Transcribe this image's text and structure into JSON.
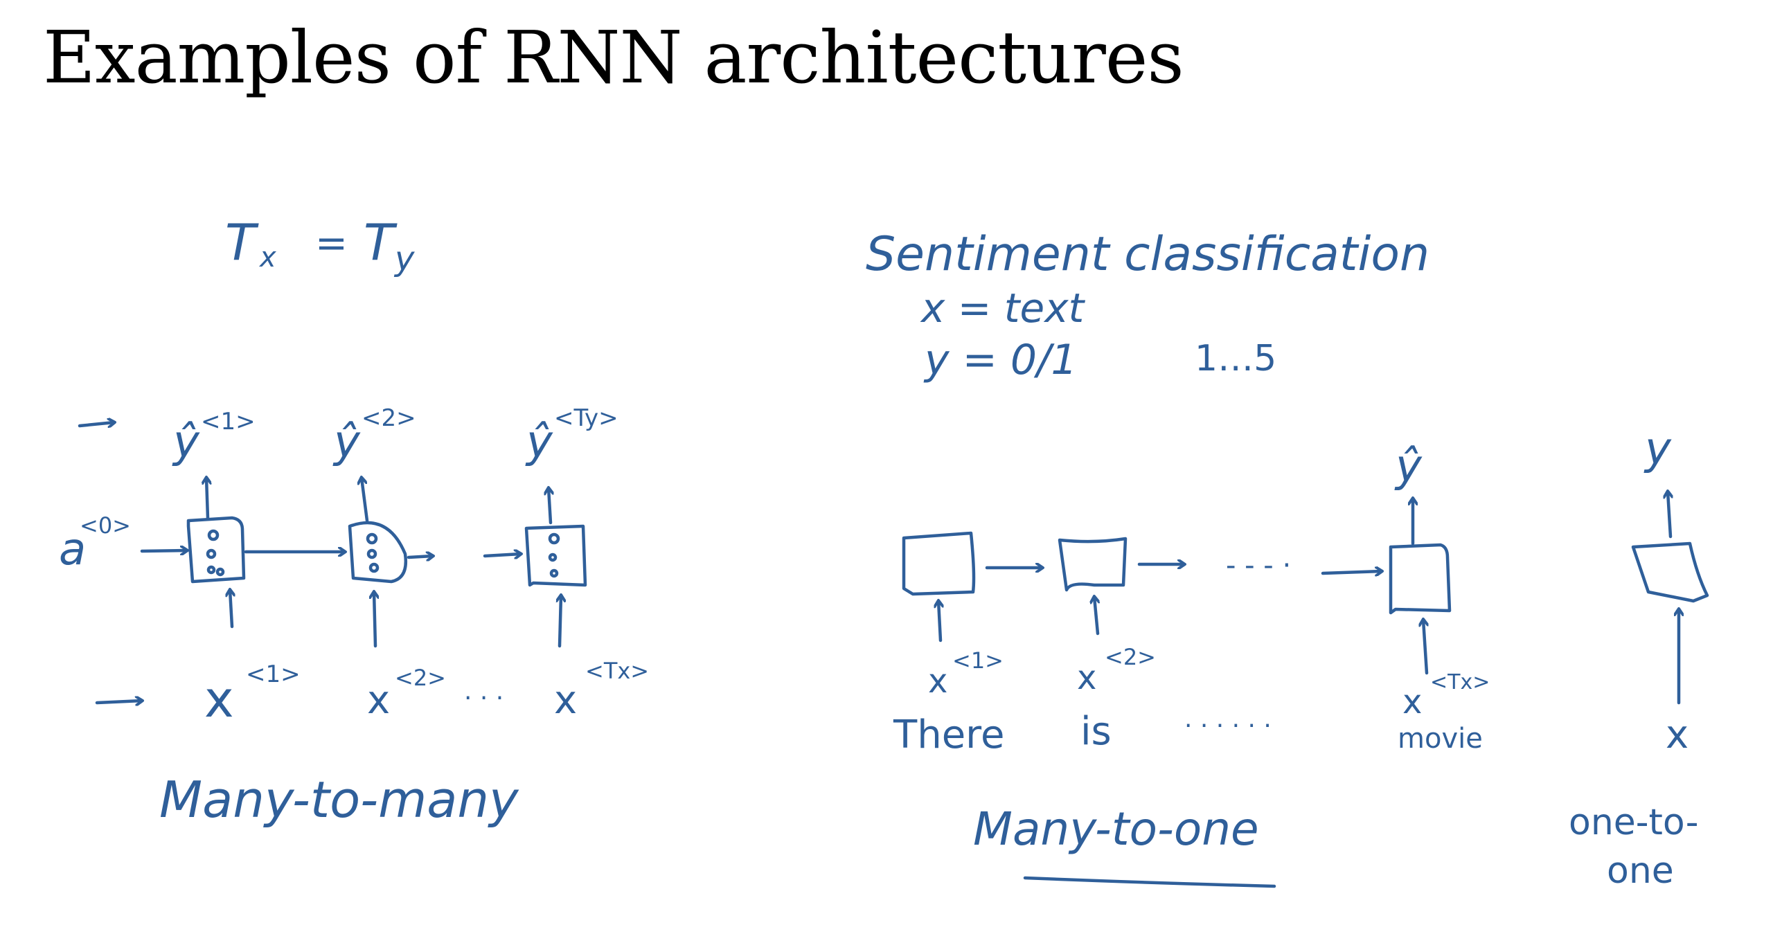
{
  "slide": {
    "title": "Examples of RNN architectures"
  },
  "colors": {
    "ink": "#2f5f9a",
    "title": "#000000",
    "background": "#ffffff"
  },
  "many_to_many": {
    "condition": "Tx = Ty",
    "condition_parts": {
      "T1": "T",
      "sub1": "x",
      "eq": "=",
      "T2": "T",
      "sub2": "y"
    },
    "initial_activation": "a",
    "initial_activation_sup": "<0>",
    "outputs": [
      {
        "symbol": "ŷ",
        "sup": "<1>"
      },
      {
        "symbol": "ŷ",
        "sup": "<2>"
      },
      {
        "symbol": "ŷ",
        "sup": "<Ty>"
      }
    ],
    "inputs": [
      {
        "symbol": "x",
        "sup": "<1>"
      },
      {
        "symbol": "x",
        "sup": "<2>"
      },
      {
        "symbol": "x",
        "sup": "<Tx>"
      }
    ],
    "ellipsis": "· · ·",
    "label": "Many-to-many"
  },
  "sentiment": {
    "heading": "Sentiment classification",
    "x_def": "x = text",
    "y_def": "y = 0/1",
    "y_range": "1…5"
  },
  "many_to_one": {
    "inputs": [
      {
        "symbol": "x",
        "sup": "<1>",
        "word": "There"
      },
      {
        "symbol": "x",
        "sup": "<2>",
        "word": "is"
      },
      {
        "symbol": "x",
        "sup": "<Tx>",
        "word": "movie"
      }
    ],
    "word_ellipsis": "· · · · · ·",
    "chain_ellipsis": "- - - ·",
    "output": {
      "symbol": "ŷ"
    },
    "label": "Many-to-one"
  },
  "one_to_one": {
    "input": "x",
    "output": "y",
    "label_line1": "one-to-",
    "label_line2": "one"
  }
}
